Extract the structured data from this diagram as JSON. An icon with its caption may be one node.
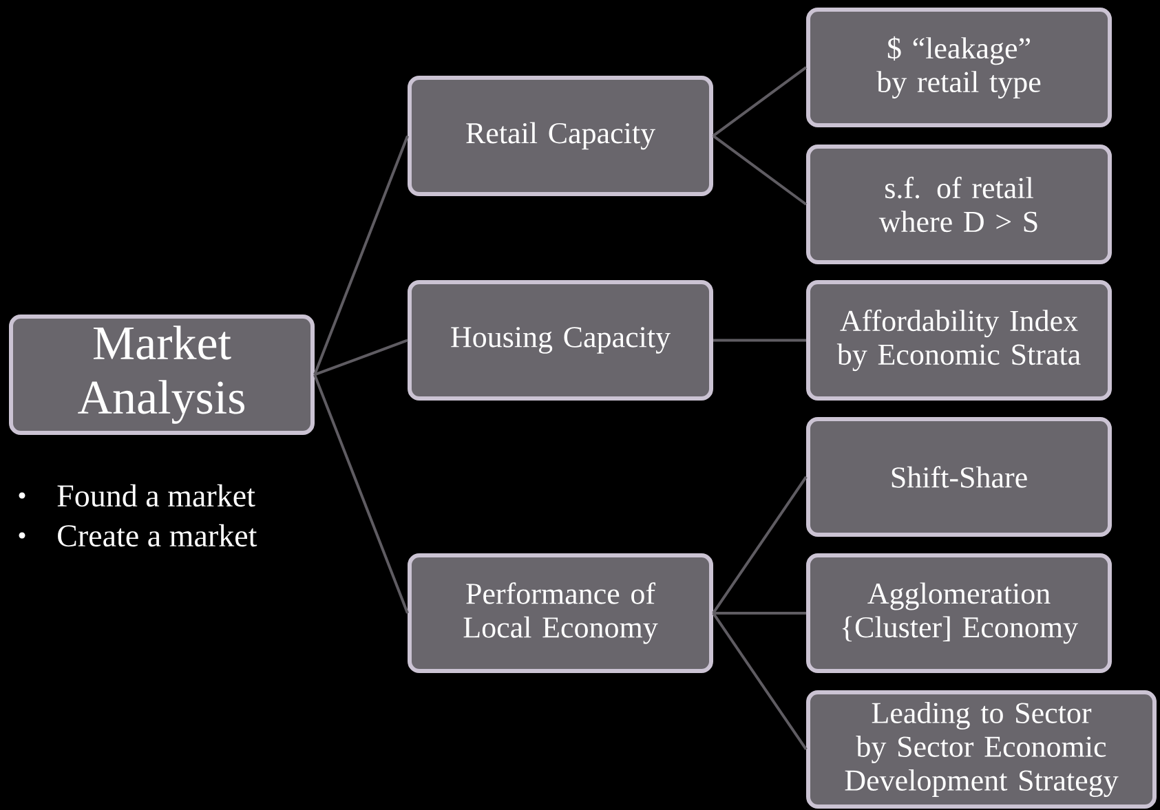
{
  "diagram": {
    "nodes": [
      {
        "text": [
          "Market Analysis"
        ]
      },
      {
        "text": [
          "Retail Capacity"
        ]
      },
      {
        "text": [
          "Housing Capacity"
        ]
      },
      {
        "text": [
          "Performance of Local Economy"
        ]
      },
      {
        "text": [
          "$ “leakage” by retail type"
        ]
      },
      {
        "text": [
          "s.f. of retail where D > S"
        ]
      },
      {
        "text": [
          "Affordability Index by Economic Strata"
        ]
      },
      {
        "text": [
          "Shift-Share"
        ]
      },
      {
        "text": [
          "Agglomeration {Cluster] Economy"
        ]
      },
      {
        "text": [
          "Leading to Sector by Sector Economic Development Strategy"
        ]
      }
    ],
    "edges": [
      {
        "from": 0,
        "to": 1,
        "arrow": "none"
      },
      {
        "from": 0,
        "to": 2,
        "arrow": "none"
      },
      {
        "from": 0,
        "to": 3,
        "arrow": "none"
      },
      {
        "from": 1,
        "to": 4,
        "arrow": "none"
      },
      {
        "from": 1,
        "to": 5,
        "arrow": "none"
      },
      {
        "from": 2,
        "to": 6,
        "arrow": "none"
      },
      {
        "from": 3,
        "to": 7,
        "arrow": "none"
      },
      {
        "from": 3,
        "to": 8,
        "arrow": "none"
      },
      {
        "from": 3,
        "to": 9,
        "arrow": "none"
      }
    ],
    "labels": [
      "Found a market",
      "Create a market"
    ]
  }
}
